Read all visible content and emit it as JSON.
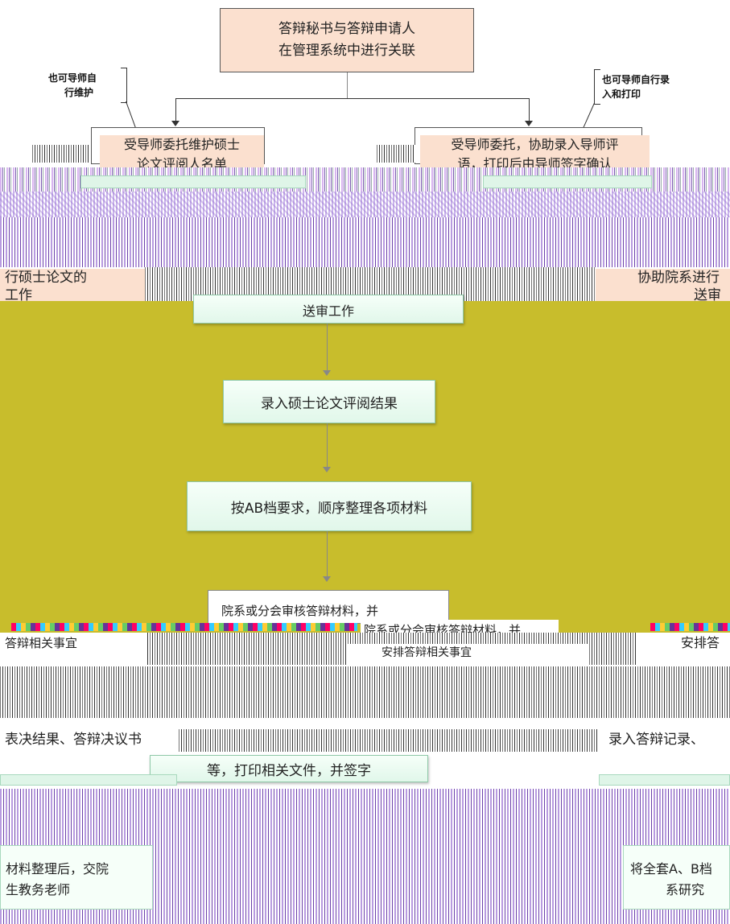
{
  "top_box": {
    "line1": "答辩秘书与答辩申请人",
    "line2": "在管理系统中进行关联"
  },
  "note_left": {
    "line1": "也可导师自",
    "line2": "行维护"
  },
  "note_right": {
    "line1": "也可导师自行录",
    "line2": "入和打印"
  },
  "left_task": {
    "line1": "受导师委托维护硕士",
    "line2": "论文评阅人名单"
  },
  "right_task": {
    "line1": "受导师委托，协助录入导师评",
    "line2": "语，打印后由导师签字确认"
  },
  "left_mid": {
    "line1": "行硕士论文的",
    "line2": "工作"
  },
  "right_mid": {
    "line1": "协助院系进行",
    "line2": "送审"
  },
  "send_review": "送审工作",
  "step_results": "录入硕士论文评阅结果",
  "step_ab": "按AB档要求，顺序整理各项材料",
  "step_check": {
    "line1": "院系或分会审核答辩材料，并",
    "line2": "院系或分会审核答辩材料，并",
    "line3": "安排答辩相关事宜"
  },
  "left_arrange": "答辩相关事宜",
  "right_arrange": "安排答",
  "left_vote": "表决结果、答辩决议书",
  "right_vote": "录入答辩记录、",
  "print_sign": "等，打印相关文件，并签字",
  "left_final": {
    "line1": "材料整理后，交院",
    "line2": "生教务老师"
  },
  "right_final": {
    "line1": "将全套A、B档",
    "line2": "系研究"
  }
}
